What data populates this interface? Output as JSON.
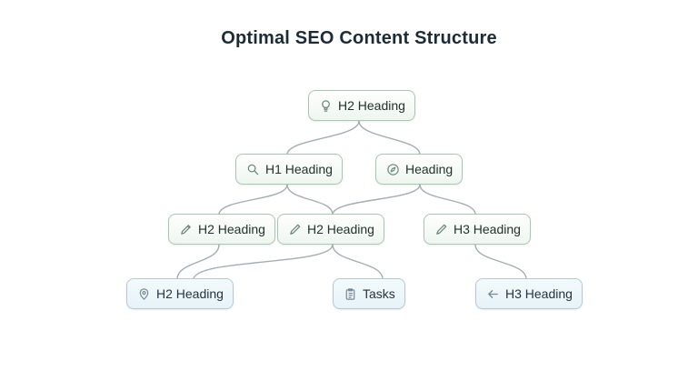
{
  "title": "Optimal SEO Content Structure",
  "nodes": [
    {
      "label": "H2 Heading",
      "icon": "lightbulb-icon"
    },
    {
      "label": "H1 Heading",
      "icon": "search-icon"
    },
    {
      "label": "Heading",
      "icon": "compass-icon"
    },
    {
      "label": "H2 Heading",
      "icon": "pencil-icon"
    },
    {
      "label": "H2 Heading",
      "icon": "pen-icon"
    },
    {
      "label": "H3 Heading",
      "icon": "pen-icon"
    },
    {
      "label": "H2 Heading",
      "icon": "location-pin-icon"
    },
    {
      "label": "Tasks",
      "icon": "clipboard-icon"
    },
    {
      "label": "H3 Heading",
      "icon": "arrow-icon"
    }
  ],
  "colors": {
    "edge": "#a3adb2",
    "node_border_green": "#a9c6b1",
    "node_border_blue": "#b7c8d2",
    "icon_green": "#6b8577",
    "icon_blue": "#7a8a94",
    "title": "#1d2b36"
  }
}
